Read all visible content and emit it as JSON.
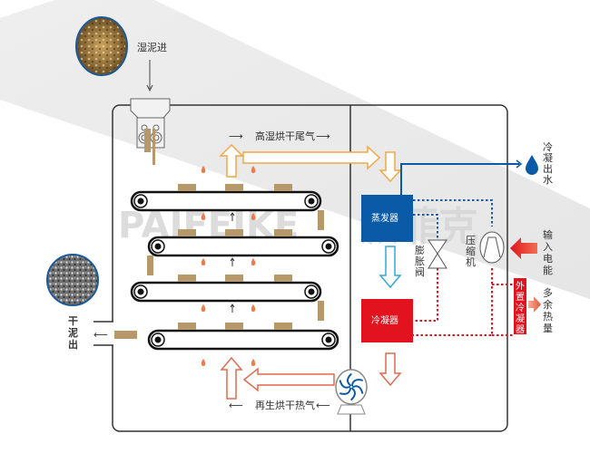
{
  "watermark": {
    "latin": "PAIFEIKE",
    "cjk": "派菲克"
  },
  "labels": {
    "wet_sludge_in": "湿泥进",
    "dry_sludge_out": [
      "干",
      "泥",
      "出"
    ],
    "exhaust_air": "高湿烘干尾气",
    "hot_air": "再生烘干热气",
    "evaporator": "蒸发器",
    "condenser": "冷凝器",
    "expansion_valve": [
      "膨",
      "胀",
      "阀"
    ],
    "compressor": [
      "压",
      "缩",
      "机"
    ],
    "condensate_out": [
      "冷",
      "凝",
      "出",
      "水"
    ],
    "power_input": [
      "输",
      "入",
      "电",
      "能"
    ],
    "external_condenser": [
      "外",
      "置",
      "冷",
      "凝",
      "器"
    ],
    "surplus_heat": [
      "多",
      "余",
      "热",
      "量"
    ],
    "arrow_right": "⟶",
    "arrow_left": "⟵"
  },
  "colors": {
    "evaporator": "#0b5aa8",
    "condenser": "#e2131f",
    "exhaust_arrow": "#f0a847",
    "hot_arrow": "#e06a50",
    "sludge": "#b7986b",
    "water": "#0b5aa8",
    "frame": "#333333"
  }
}
